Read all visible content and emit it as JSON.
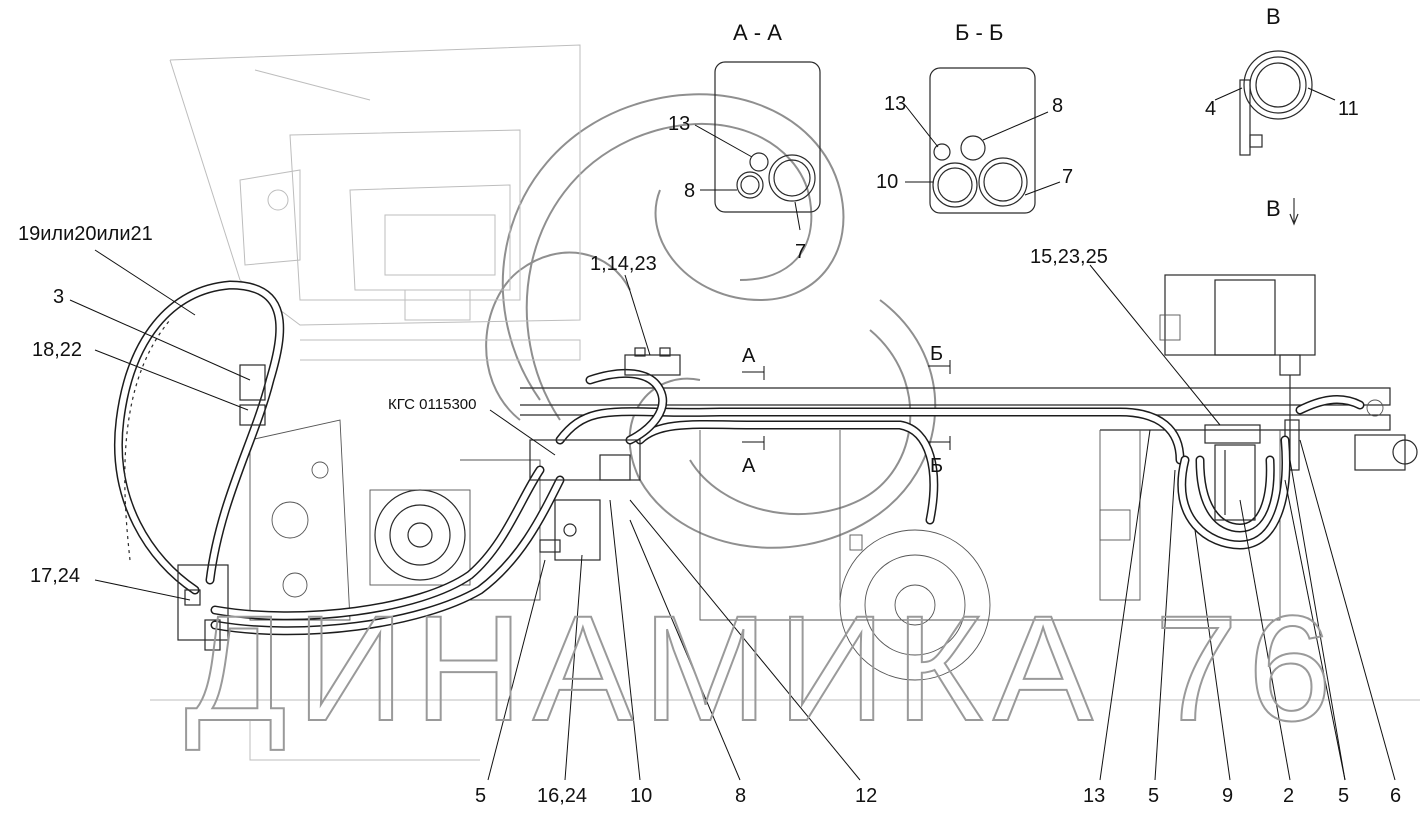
{
  "labels": {
    "l19": "19или20или21",
    "l3": "3",
    "l1822": "18,22",
    "l1724": "17,24",
    "l11423": "1,14,23",
    "kgs": "КГС 0115300",
    "l152325": "15,23,25",
    "b5": "5",
    "b1624": "16,24",
    "b10": "10",
    "b8": "8",
    "b12": "12",
    "b13": "13",
    "b5b": "5",
    "b9": "9",
    "b2": "2",
    "b5c": "5",
    "b6": "6"
  },
  "sections": {
    "aa_title": "А - А",
    "bb_title": "Б - Б",
    "v_title": "В",
    "v_arrow": "В",
    "aa": {
      "n13": "13",
      "n8": "8",
      "n7": "7"
    },
    "bb": {
      "n13": "13",
      "n8": "8",
      "n10": "10",
      "n7": "7"
    },
    "v": {
      "n4": "4",
      "n11": "11"
    },
    "cut_a_top": "А",
    "cut_a_bot": "А",
    "cut_b_top": "Б",
    "cut_b_bot": "Б"
  },
  "watermark": "ДИНАМИКА 76"
}
